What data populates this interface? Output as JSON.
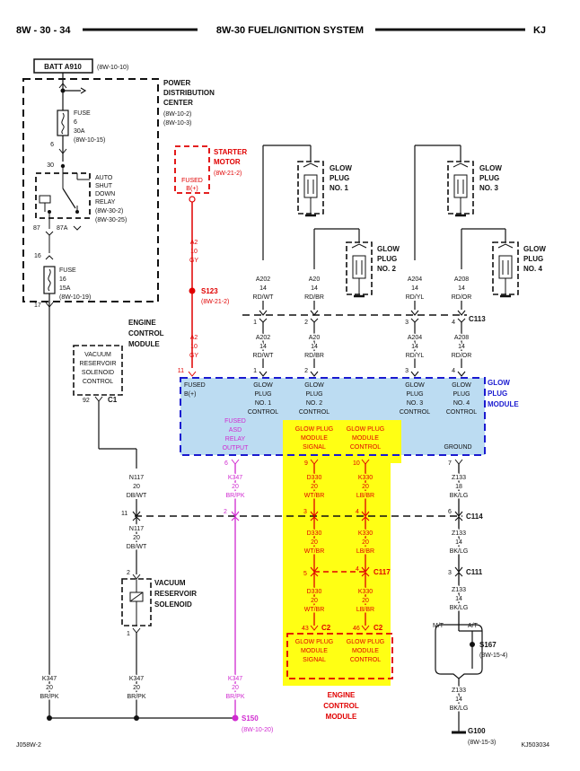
{
  "header": {
    "page_id": "8W - 30 - 34",
    "title": "8W-30 FUEL/IGNITION SYSTEM",
    "model": "KJ"
  },
  "footer": {
    "left_code": "J058W-2",
    "right_code": "KJ503034"
  },
  "battery": {
    "label": "BATT A910",
    "ref": "(8W-10-10)"
  },
  "pdc": {
    "name_l1": "POWER",
    "name_l2": "DISTRIBUTION",
    "name_l3": "CENTER",
    "ref1": "(8W-10-2)",
    "ref2": "(8W-10-3)",
    "fuse6": {
      "l1": "FUSE",
      "l2": "6",
      "l3": "30A",
      "ref": "(8W-10-15)",
      "pin": "6"
    },
    "relay": {
      "l1": "AUTO",
      "l2": "SHUT",
      "l3": "DOWN",
      "l4": "RELAY",
      "ref1": "(8W-30-2)",
      "ref2": "(8W-30-25)",
      "pin30": "30",
      "pin87": "87",
      "pin87a": "87A"
    },
    "fuse16": {
      "l1": "FUSE",
      "l2": "16",
      "l3": "15A",
      "ref": "(8W-10-19)",
      "pin16": "16",
      "pin17": "17"
    }
  },
  "starter": {
    "name_l1": "STARTER",
    "name_l2": "MOTOR",
    "ref": "(8W-21-2)",
    "inner_l1": "FUSED",
    "inner_l2": "B(+)",
    "wire1": {
      "circuit": "A2",
      "gauge": "10",
      "color": "GY"
    },
    "splice": {
      "name": "S123",
      "ref": "(8W-21-2)"
    },
    "wire2": {
      "circuit": "A2",
      "gauge": "10",
      "color": "GY"
    }
  },
  "glow_plugs": [
    {
      "l1": "GLOW",
      "l2": "PLUG",
      "l3": "NO. 1"
    },
    {
      "l1": "GLOW",
      "l2": "PLUG",
      "l3": "NO. 2"
    },
    {
      "l1": "GLOW",
      "l2": "PLUG",
      "l3": "NO. 3"
    },
    {
      "l1": "GLOW",
      "l2": "PLUG",
      "l3": "NO. 4"
    }
  ],
  "upper_wires": [
    {
      "circuit": "A202",
      "gauge": "14",
      "color": "RD/WT"
    },
    {
      "circuit": "A20",
      "gauge": "14",
      "color": "RD/BR"
    },
    {
      "circuit": "A204",
      "gauge": "14",
      "color": "RD/YL"
    },
    {
      "circuit": "A208",
      "gauge": "14",
      "color": "RD/OR"
    }
  ],
  "c113": {
    "name": "C113",
    "pins": [
      "1",
      "2",
      "3",
      "4"
    ]
  },
  "lower_wires": [
    {
      "circuit": "A202",
      "gauge": "14",
      "color": "RD/WT"
    },
    {
      "circuit": "A20",
      "gauge": "14",
      "color": "RD/BR"
    },
    {
      "circuit": "A204",
      "gauge": "14",
      "color": "RD/YL"
    },
    {
      "circuit": "A208",
      "gauge": "14",
      "color": "RD/OR"
    }
  ],
  "module_pins": [
    "11",
    "1",
    "2",
    "3",
    "4"
  ],
  "ecm_top": {
    "l1": "ENGINE",
    "l2": "CONTROL",
    "l3": "MODULE",
    "inner_l1": "VACUUM",
    "inner_l2": "RESERVOIR",
    "inner_l3": "SOLENOID",
    "inner_l4": "CONTROL",
    "pin": "92",
    "conn": "C1"
  },
  "glow_module": {
    "name_l1": "GLOW",
    "name_l2": "PLUG",
    "name_l3": "MODULE",
    "fused_l1": "FUSED",
    "fused_l2": "B(+)",
    "ctrl": [
      {
        "l1": "GLOW",
        "l2": "PLUG",
        "l3": "NO. 1",
        "l4": "CONTROL"
      },
      {
        "l1": "GLOW",
        "l2": "PLUG",
        "l3": "NO. 2",
        "l4": "CONTROL"
      },
      {
        "l1": "GLOW",
        "l2": "PLUG",
        "l3": "NO. 3",
        "l4": "CONTROL"
      },
      {
        "l1": "GLOW",
        "l2": "PLUG",
        "l3": "NO. 4",
        "l4": "CONTROL"
      }
    ],
    "asd_l1": "FUSED",
    "asd_l2": "ASD",
    "asd_l3": "RELAY",
    "asd_l4": "OUTPUT",
    "sig_l1": "GLOW PLUG",
    "sig_l2": "MODULE",
    "sig_l3": "SIGNAL",
    "con_l1": "GLOW PLUG",
    "con_l2": "MODULE",
    "con_l3": "CONTROL",
    "ground": "GROUND",
    "bottom_pins": [
      "6",
      "9",
      "10",
      "7"
    ]
  },
  "wires_mid": {
    "n117a": {
      "circuit": "N117",
      "gauge": "20",
      "color": "DB/WT"
    },
    "k347a": {
      "circuit": "K347",
      "gauge": "20",
      "color": "BR/PK"
    },
    "d330a": {
      "circuit": "D330",
      "gauge": "20",
      "color": "WT/BR"
    },
    "k330a": {
      "circuit": "K330",
      "gauge": "20",
      "color": "LB/BR"
    },
    "z133a": {
      "circuit": "Z133",
      "gauge": "18",
      "color": "BK/LG"
    }
  },
  "c114": {
    "name": "C114",
    "pins": [
      "11",
      "2",
      "3",
      "4",
      "6"
    ]
  },
  "wires_mid2": {
    "n117b": {
      "circuit": "N117",
      "gauge": "20",
      "color": "DB/WT"
    },
    "d330b": {
      "circuit": "D330",
      "gauge": "20",
      "color": "WT/BR"
    },
    "k330b": {
      "circuit": "K330",
      "gauge": "20",
      "color": "LB/BR"
    },
    "z133b": {
      "circuit": "Z133",
      "gauge": "14",
      "color": "BK/LG"
    }
  },
  "c117": {
    "name": "C117",
    "pins": [
      "5",
      "4"
    ]
  },
  "c111": {
    "name": "C111",
    "pin": "3"
  },
  "wires_low": {
    "d330c": {
      "circuit": "D330",
      "gauge": "20",
      "color": "WT/BR"
    },
    "k330c": {
      "circuit": "K330",
      "gauge": "20",
      "color": "LB/BR"
    },
    "z133c": {
      "circuit": "Z133",
      "gauge": "14",
      "color": "BK/LG"
    }
  },
  "solenoid": {
    "l1": "VACUUM",
    "l2": "RESERVOIR",
    "l3": "SOLENOID",
    "pin_top": "2",
    "pin_bottom": "1"
  },
  "ecm_bottom": {
    "pin_sig": "43",
    "conn_sig": "C2",
    "pin_con": "46",
    "conn_con": "C2",
    "sig_l1": "GLOW PLUG",
    "sig_l2": "MODULE",
    "sig_l3": "SIGNAL",
    "con_l1": "GLOW PLUG",
    "con_l2": "MODULE",
    "con_l3": "CONTROL",
    "name_l1": "ENGINE",
    "name_l2": "CONTROL",
    "name_l3": "MODULE"
  },
  "s167": {
    "name": "S167",
    "ref": "(8W-15-4)",
    "mt": "M/T",
    "at": "A/T"
  },
  "z133d": {
    "circuit": "Z133",
    "gauge": "14",
    "color": "BK/LG"
  },
  "g100": {
    "name": "G100",
    "ref": "(8W-15-3)"
  },
  "bottom_wires": [
    {
      "circuit": "K347",
      "gauge": "20",
      "color": "BR/PK"
    },
    {
      "circuit": "K347",
      "gauge": "20",
      "color": "BR/PK"
    },
    {
      "circuit": "K347",
      "gauge": "20",
      "color": "BR/PK"
    }
  ],
  "s150": {
    "name": "S150",
    "ref": "(8W-10-20)"
  },
  "colors": {
    "red": "#e00000",
    "magenta": "#d02ad0",
    "blue": "#1a1ad0",
    "module_fill": "#bcdcf2",
    "yellow": "#ffff14"
  }
}
